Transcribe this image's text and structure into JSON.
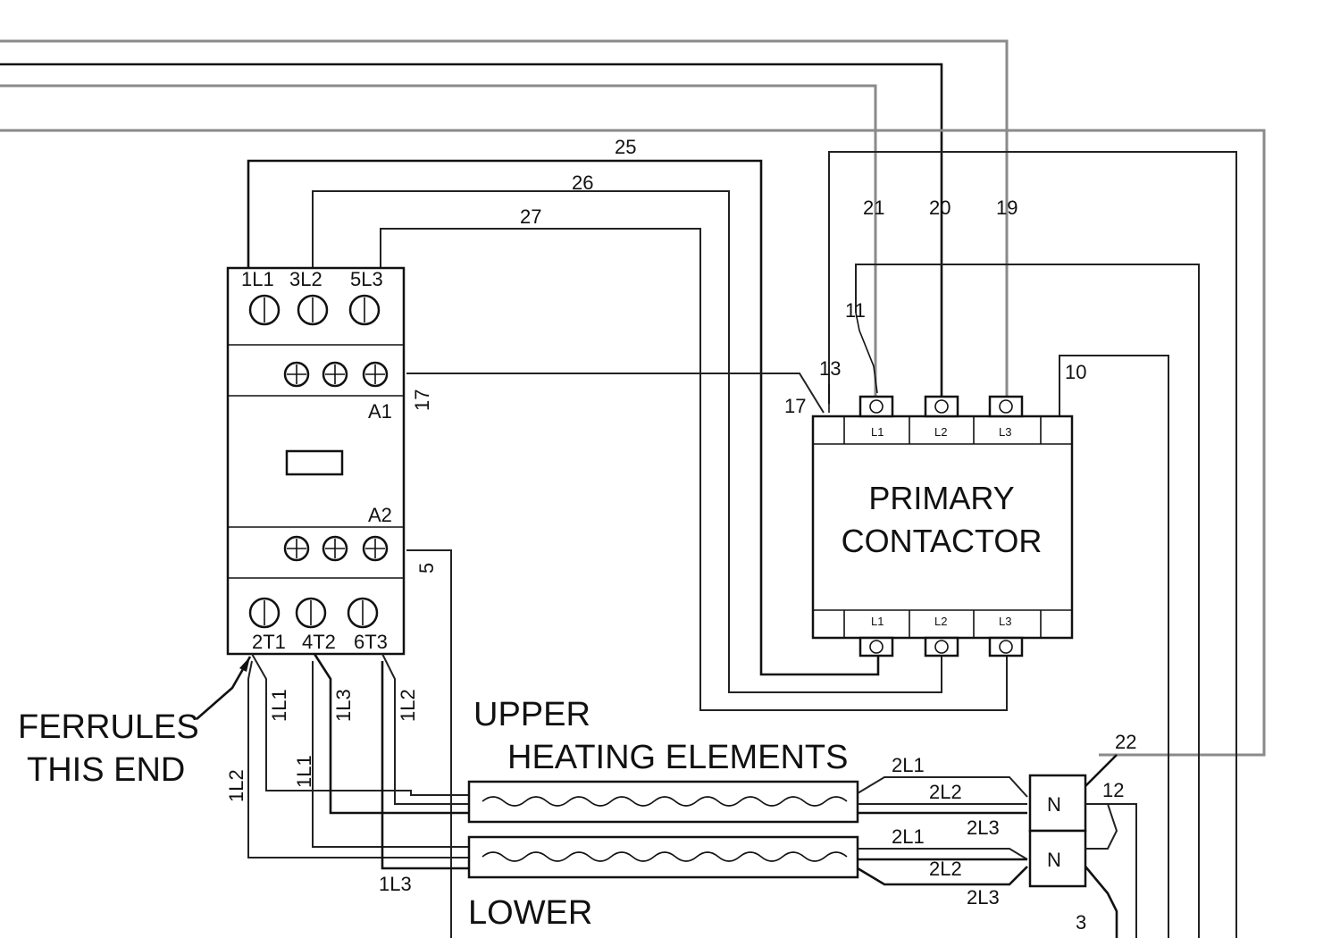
{
  "wire_labels": {
    "w25": "25",
    "w26": "26",
    "w27": "27",
    "w21": "21",
    "w20": "20",
    "w19": "19",
    "w11": "11",
    "w13": "13",
    "w17a": "17",
    "w10": "10",
    "w17b": "17",
    "w5": "5",
    "w1l1a": "1L1",
    "w1l3a": "1L3",
    "w1l2a": "1L2",
    "w1l2b": "1L2",
    "w1l1b": "1L1",
    "w1l3b": "1L3",
    "w22": "22",
    "w12": "12",
    "w3": "3",
    "u2l1": "2L1",
    "u2l2": "2L2",
    "u2l3": "2L3",
    "l2l1": "2L1",
    "l2l2": "2L2",
    "l2l3": "2L3"
  },
  "left_contactor": {
    "top_terminals": [
      "1L1",
      "3L2",
      "5L3"
    ],
    "bottom_terminals": [
      "2T1",
      "4T2",
      "6T3"
    ],
    "coil_a1": "A1",
    "coil_a2": "A2"
  },
  "primary_contactor": {
    "title_line1": "PRIMARY",
    "title_line2": "CONTACTOR",
    "top_labels": [
      "L1",
      "L2",
      "L3"
    ],
    "bottom_labels": [
      "L1",
      "L2",
      "L3"
    ]
  },
  "labels": {
    "ferrules_line1": "FERRULES",
    "ferrules_line2": "THIS END",
    "upper_line1": "UPPER",
    "upper_line2": "HEATING ELEMENTS",
    "lower": "LOWER"
  },
  "junction_symbols": [
    "N",
    "N"
  ]
}
